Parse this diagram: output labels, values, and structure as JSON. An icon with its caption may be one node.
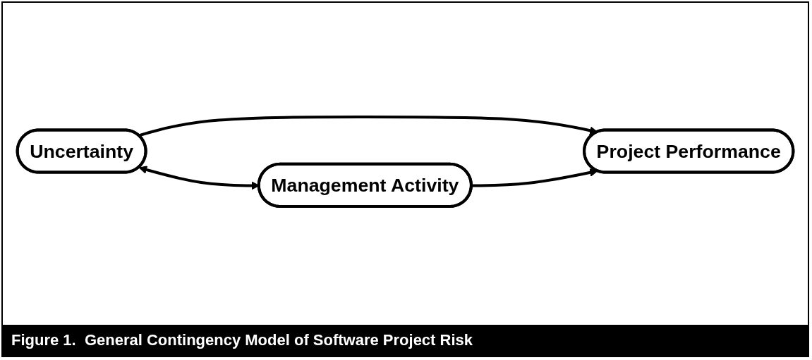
{
  "diagram": {
    "caption": "Figure 1.  General Contingency Model of Software Project Risk",
    "nodes": [
      {
        "text": [
          "Uncertainty"
        ]
      },
      {
        "text": [
          "Project Performance"
        ]
      },
      {
        "text": [
          "Management Activity"
        ]
      }
    ],
    "edges": [
      {
        "from": 0,
        "to": 1,
        "arrow": "to"
      },
      {
        "from": 0,
        "to": 2,
        "arrow": "both"
      },
      {
        "from": 2,
        "to": 1,
        "arrow": "to"
      }
    ]
  }
}
